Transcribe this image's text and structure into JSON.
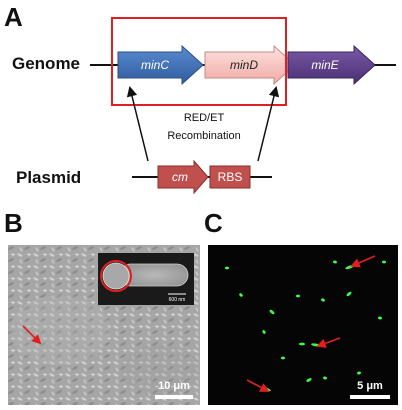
{
  "panel_a": {
    "letter": "A",
    "genome_label": "Genome",
    "plasmid_label": "Plasmid",
    "genes": [
      {
        "name": "minC",
        "color": "#3d6db5"
      },
      {
        "name": "minD",
        "color": "#f7c5c1"
      },
      {
        "name": "minE",
        "color": "#5b3f86"
      }
    ],
    "recombination_line1": "RED/ET",
    "recombination_line2": "Recombination",
    "plasmid_parts": [
      {
        "name": "cm",
        "color": "#c0504d"
      },
      {
        "name": "RBS",
        "color": "#c0504d"
      }
    ],
    "highlight_color": "#e02020"
  },
  "panel_b": {
    "letter": "B",
    "inset_scale": "600 nm",
    "scale_bar": "10 μm"
  },
  "panel_c": {
    "letter": "C",
    "scale_bar": "5 μm",
    "arrow_color": "#e02020"
  }
}
